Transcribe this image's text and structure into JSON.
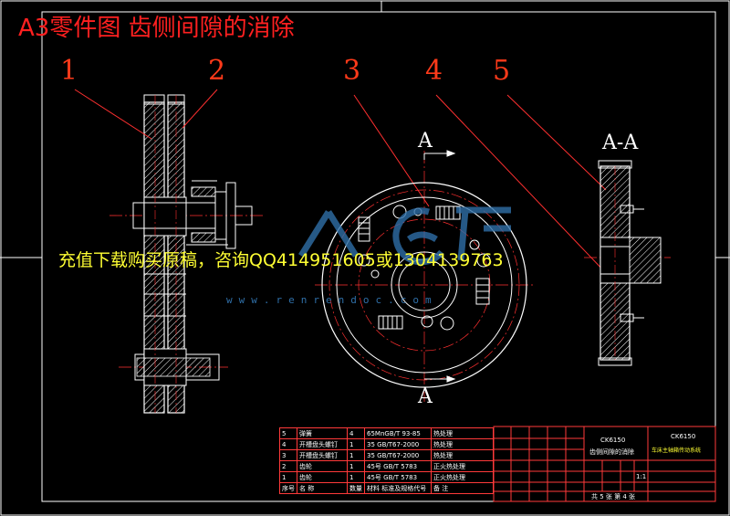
{
  "title": "A3零件图 齿侧间隙的消除",
  "callouts": [
    "1",
    "2",
    "3",
    "4",
    "5"
  ],
  "section": {
    "top": "A",
    "bottom": "A",
    "view": "A-A"
  },
  "watermark": {
    "text": "充值下载购买原稿，咨询QQ414951605或1304139763",
    "url": "www.renrendoc.com"
  },
  "bom": {
    "rows": [
      {
        "no": "5",
        "name": "弹簧",
        "qty": "4",
        "material": "65Mn",
        "standard": "GB/T 93-85",
        "note": "热处理"
      },
      {
        "no": "4",
        "name": "开槽盘头螺钉",
        "qty": "1",
        "material": "35",
        "standard": "GB/T67-2000",
        "note": "热处理"
      },
      {
        "no": "3",
        "name": "开槽盘头螺钉",
        "qty": "1",
        "material": "35",
        "standard": "GB/T67-2000",
        "note": "热处理"
      },
      {
        "no": "2",
        "name": "齿轮",
        "qty": "1",
        "material": "45号",
        "standard": "GB/T 5783",
        "note": "正火热处理"
      },
      {
        "no": "1",
        "name": "齿轮",
        "qty": "1",
        "material": "45号",
        "standard": "GB/T 5783",
        "note": "正火热处理"
      }
    ],
    "header": {
      "no": "序号",
      "name": "名 称",
      "qty": "数量",
      "material": "材料",
      "standard": "标准及规格代号",
      "note": "备 注"
    }
  },
  "title_block": {
    "model": "CK6150",
    "name": "齿侧间隙的消除",
    "company_model": "CK6150",
    "company": "车床主轴箱传动系统",
    "scale": "1:1",
    "sheet": "共 5 张 第 4 张"
  }
}
